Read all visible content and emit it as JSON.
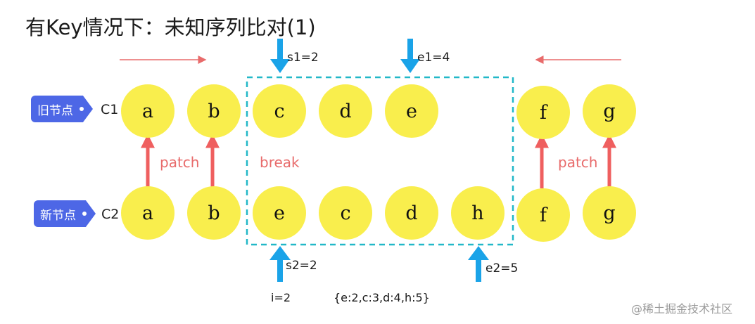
{
  "title": "有Key情况下：未知序列比对(1)",
  "tags": {
    "old": "旧节点",
    "new": "新节点"
  },
  "row_labels": {
    "old": "C1",
    "new": "C2"
  },
  "old_nodes": [
    "a",
    "b",
    "c",
    "d",
    "e",
    "f",
    "g"
  ],
  "new_nodes": [
    "a",
    "b",
    "e",
    "c",
    "d",
    "h",
    "f",
    "g"
  ],
  "pointers": {
    "s1": "s1=2",
    "e1": "e1=4",
    "s2": "s2=2",
    "e2": "e2=5"
  },
  "labels": {
    "patch_left": "patch",
    "patch_right": "patch",
    "break": "break",
    "i": "i=2",
    "key_map": "{e:2,c:3,d:4,h:5}"
  },
  "watermark": "@稀土掘金技术社区",
  "colors": {
    "node_fill": "#f9ee4d",
    "tag_fill": "#4d67e6",
    "patch_red": "#e86b6b",
    "pointer_blue": "#1aa3e8",
    "box_teal": "#22b8c8"
  }
}
